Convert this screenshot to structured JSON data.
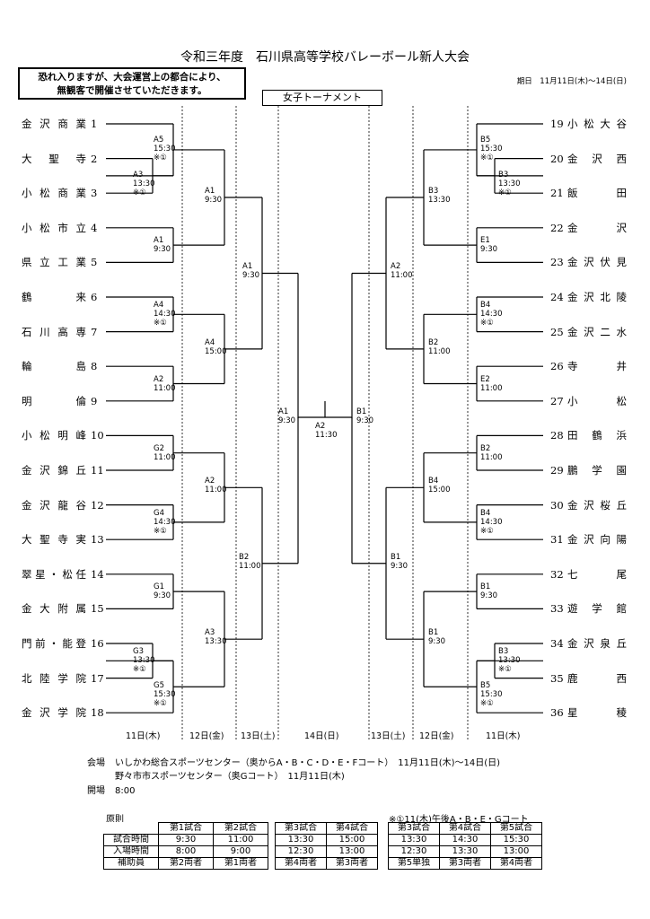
{
  "title": "令和三年度　石川県高等学校バレーボール新人大会",
  "notice": [
    "恐れ入りますが、大会運営上の都合により、",
    "無観客で開催させていただきます。"
  ],
  "period": "期日　11月11日(木)～14日(日)",
  "tournament_title": "女子トーナメント",
  "left_teams": [
    {
      "name": "金沢商業",
      "num": "1"
    },
    {
      "name": "大聖寺",
      "num": "2"
    },
    {
      "name": "小松商業",
      "num": "3"
    },
    {
      "name": "小松市立",
      "num": "4"
    },
    {
      "name": "県立工業",
      "num": "5"
    },
    {
      "name": "鶴来",
      "num": "6"
    },
    {
      "name": "石川高専",
      "num": "7"
    },
    {
      "name": "輪島",
      "num": "8"
    },
    {
      "name": "明倫",
      "num": "9"
    },
    {
      "name": "小松明峰",
      "num": "10"
    },
    {
      "name": "金沢錦丘",
      "num": "11"
    },
    {
      "name": "金沢龍谷",
      "num": "12"
    },
    {
      "name": "大聖寺実",
      "num": "13"
    },
    {
      "name": "翠星・松任",
      "num": "14"
    },
    {
      "name": "金大附属",
      "num": "15"
    },
    {
      "name": "門前・能登",
      "num": "16"
    },
    {
      "name": "北陸学院",
      "num": "17"
    },
    {
      "name": "金沢学院",
      "num": "18"
    }
  ],
  "right_teams": [
    {
      "name": "小松大谷",
      "num": "19"
    },
    {
      "name": "金沢西",
      "num": "20"
    },
    {
      "name": "飯田",
      "num": "21"
    },
    {
      "name": "金沢",
      "num": "22"
    },
    {
      "name": "金沢伏見",
      "num": "23"
    },
    {
      "name": "金沢北陵",
      "num": "24"
    },
    {
      "name": "金沢二水",
      "num": "25"
    },
    {
      "name": "寺井",
      "num": "26"
    },
    {
      "name": "小松",
      "num": "27"
    },
    {
      "name": "田鶴浜",
      "num": "28"
    },
    {
      "name": "鵬学園",
      "num": "29"
    },
    {
      "name": "金沢桜丘",
      "num": "30"
    },
    {
      "name": "金沢向陽",
      "num": "31"
    },
    {
      "name": "七尾",
      "num": "32"
    },
    {
      "name": "遊学館",
      "num": "33"
    },
    {
      "name": "金沢泉丘",
      "num": "34"
    },
    {
      "name": "鹿西",
      "num": "35"
    },
    {
      "name": "星稜",
      "num": "36"
    }
  ],
  "match_labels": {
    "l_a5": [
      "A5",
      "15:30",
      "※①"
    ],
    "l_a3": [
      "A3",
      "13:30",
      "※①"
    ],
    "l_a1_r1": [
      "A1",
      "9:30"
    ],
    "l_a4_r1": [
      "A4",
      "14:30",
      "※①"
    ],
    "l_a2_r1": [
      "A2",
      "11:00"
    ],
    "l_g2": [
      "G2",
      "11:00"
    ],
    "l_g4": [
      "G4",
      "14:30",
      "※①"
    ],
    "l_g1": [
      "G1",
      "9:30"
    ],
    "l_g3": [
      "G3",
      "13:30",
      "※①"
    ],
    "l_g5": [
      "G5",
      "15:30",
      "※①"
    ],
    "l_a1_r2": [
      "A1",
      "9:30"
    ],
    "l_a4_r2": [
      "A4",
      "15:00"
    ],
    "l_a2_r2": [
      "A2",
      "11:00"
    ],
    "l_a3_r2": [
      "A3",
      "13:30"
    ],
    "l_a1_r3": [
      "A1",
      "9:30"
    ],
    "l_b2_r3": [
      "B2",
      "11:00"
    ],
    "l_a1_semi": [
      "A1",
      "9:30"
    ],
    "final": [
      "A2",
      "11:30"
    ],
    "r_b1_semi": [
      "B1",
      "9:30"
    ],
    "r_a2_r3": [
      "A2",
      "11:00"
    ],
    "r_b1_r3": [
      "B1",
      "9:30"
    ],
    "r_b3_r2": [
      "B3",
      "13:30"
    ],
    "r_b2_r2": [
      "B2",
      "11:00"
    ],
    "r_b4_r2": [
      "B4",
      "15:00"
    ],
    "r_b1_r2": [
      "B1",
      "9:30"
    ],
    "r_b5": [
      "B5",
      "15:30",
      "※①"
    ],
    "r_b3": [
      "B3",
      "13:30",
      "※①"
    ],
    "r_e1": [
      "E1",
      "9:30"
    ],
    "r_b4": [
      "B4",
      "14:30",
      "※①"
    ],
    "r_e2": [
      "E2",
      "11:00"
    ],
    "r_b2": [
      "B2",
      "11:00"
    ],
    "r_b4b": [
      "B4",
      "14:30",
      "※①"
    ],
    "r_b1": [
      "B1",
      "9:30"
    ],
    "r_b3b": [
      "B3",
      "13:30",
      "※①"
    ],
    "r_b5b": [
      "B5",
      "15:30",
      "※①"
    ]
  },
  "days": {
    "left_d1": "11日(木)",
    "left_d2": "12日(金)",
    "left_d3": "13日(土)",
    "center": "14日(日)",
    "right_d3": "13日(土)",
    "right_d2": "12日(金)",
    "right_d1": "11日(木)"
  },
  "venue": {
    "label": "会場",
    "line1": "いしかわ総合スポーツセンター（奥からA・B・C・D・E・Fコート）　11月11日(木)～14日(日)",
    "line2": "野々市市スポーツセンター（奥Gコート）　11月11日(木)",
    "open_label": "開場",
    "open_time": "8:00"
  },
  "schedule": {
    "left_caption": "原則",
    "right_caption": "※①11(木)午後A・B・E・Gコート",
    "row_labels": [
      "試合時間",
      "入場時間",
      "補助員"
    ],
    "t1_headers": [
      "第1試合",
      "第2試合"
    ],
    "t1_rows": [
      [
        "9:30",
        "11:00"
      ],
      [
        "8:00",
        "9:00"
      ],
      [
        "第2両者",
        "第1両者"
      ]
    ],
    "t2_headers": [
      "第3試合",
      "第4試合"
    ],
    "t2_rows": [
      [
        "13:30",
        "15:00"
      ],
      [
        "12:30",
        "13:00"
      ],
      [
        "第4両者",
        "第3両者"
      ]
    ],
    "t3_headers": [
      "第3試合",
      "第4試合",
      "第5試合"
    ],
    "t3_rows": [
      [
        "13:30",
        "14:30",
        "15:30"
      ],
      [
        "12:30",
        "13:30",
        "13:00"
      ],
      [
        "第5単独",
        "第3両者",
        "第4両者"
      ]
    ]
  }
}
